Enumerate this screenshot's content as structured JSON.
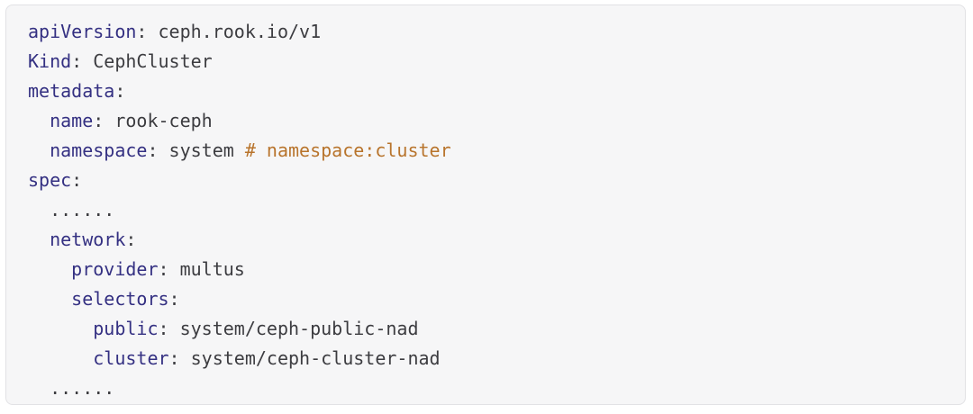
{
  "code_block": {
    "language": "yaml",
    "colors": {
      "key": "#343082",
      "plain": "#3c3c40",
      "comment": "#b8742c",
      "background": "#f6f6f7",
      "border": "#e2e2e5"
    },
    "lines": [
      [
        {
          "t": "key",
          "s": "apiVersion"
        },
        {
          "t": "plain",
          "s": ": ceph.rook.io/v1"
        }
      ],
      [
        {
          "t": "key",
          "s": "Kind"
        },
        {
          "t": "plain",
          "s": ": CephCluster"
        }
      ],
      [
        {
          "t": "key",
          "s": "metadata"
        },
        {
          "t": "plain",
          "s": ":"
        }
      ],
      [
        {
          "t": "plain",
          "s": "  "
        },
        {
          "t": "key",
          "s": "name"
        },
        {
          "t": "plain",
          "s": ": rook-ceph"
        }
      ],
      [
        {
          "t": "plain",
          "s": "  "
        },
        {
          "t": "key",
          "s": "namespace"
        },
        {
          "t": "plain",
          "s": ": system "
        },
        {
          "t": "comment",
          "s": "# namespace:cluster"
        }
      ],
      [
        {
          "t": "key",
          "s": "spec"
        },
        {
          "t": "plain",
          "s": ":"
        }
      ],
      [
        {
          "t": "plain",
          "s": "  ......"
        }
      ],
      [
        {
          "t": "plain",
          "s": "  "
        },
        {
          "t": "key",
          "s": "network"
        },
        {
          "t": "plain",
          "s": ":"
        }
      ],
      [
        {
          "t": "plain",
          "s": "    "
        },
        {
          "t": "key",
          "s": "provider"
        },
        {
          "t": "plain",
          "s": ": multus"
        }
      ],
      [
        {
          "t": "plain",
          "s": "    "
        },
        {
          "t": "key",
          "s": "selectors"
        },
        {
          "t": "plain",
          "s": ":"
        }
      ],
      [
        {
          "t": "plain",
          "s": "      "
        },
        {
          "t": "key",
          "s": "public"
        },
        {
          "t": "plain",
          "s": ": system/ceph-public-nad"
        }
      ],
      [
        {
          "t": "plain",
          "s": "      "
        },
        {
          "t": "key",
          "s": "cluster"
        },
        {
          "t": "plain",
          "s": ": system/ceph-cluster-nad"
        }
      ],
      [
        {
          "t": "plain",
          "s": "  ......"
        }
      ]
    ]
  }
}
